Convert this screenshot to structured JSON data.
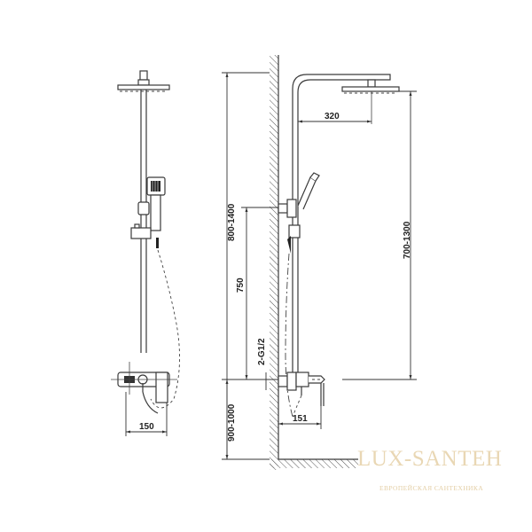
{
  "drawing": {
    "title": "Shower system technical drawing",
    "views": [
      "front-view",
      "side-view"
    ],
    "colors": {
      "line": "#3a3a3a",
      "hatch": "#555555",
      "watermark": "#e9d7b4"
    }
  },
  "dimensions": {
    "front_mixer_width": "150",
    "arm_reach": "320",
    "rail_height_range": "800-1400",
    "head_height_range": "700-1300",
    "bracket_spacing": "750",
    "inlet_thread": "2-G1/2",
    "mixer_projection": "151",
    "floor_to_mixer": "900-1000"
  },
  "watermark": {
    "brand": "LUX-SANTEH",
    "tagline": "ЕВРОПЕЙСКАЯ САНТЕХНИКА"
  }
}
